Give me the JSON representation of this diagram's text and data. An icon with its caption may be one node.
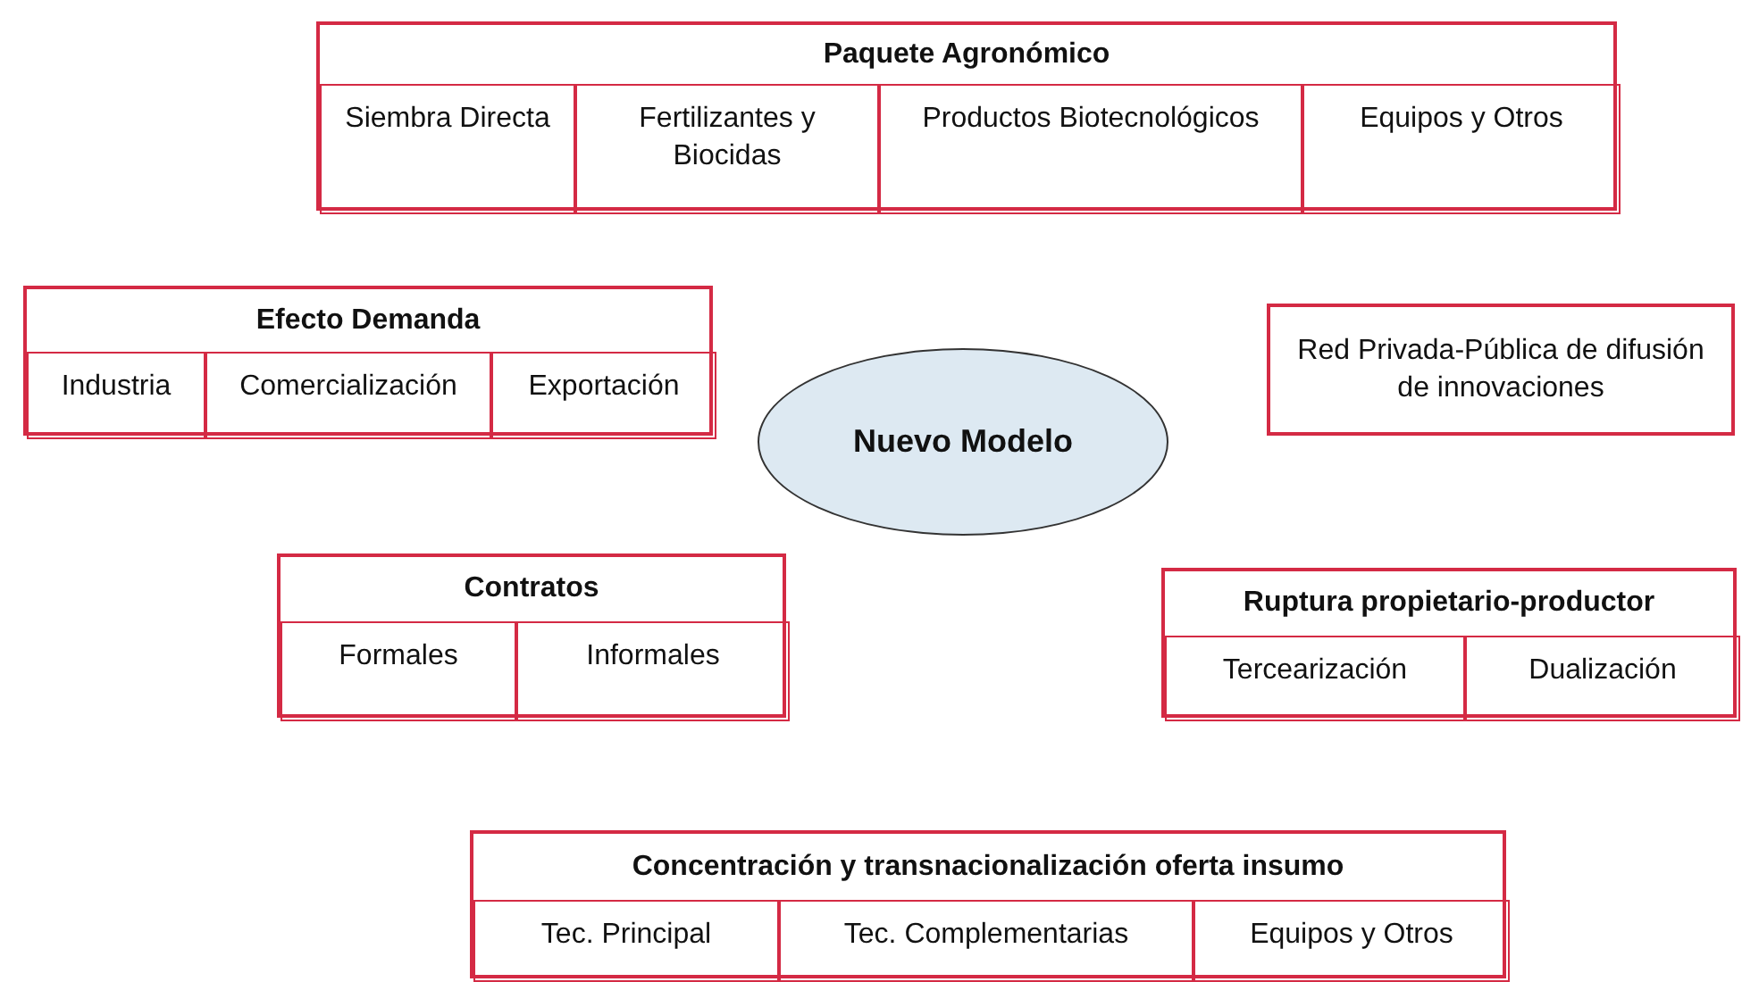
{
  "diagram": {
    "nodes": [
      {
        "text": [
          "Paquete Agronómico"
        ]
      },
      {
        "text": [
          "Siembra Directa"
        ],
        "in": 0
      },
      {
        "text": [
          "Fertilizantes y Biocidas"
        ],
        "in": 0
      },
      {
        "text": [
          "Productos Biotecnológicos"
        ],
        "in": 0
      },
      {
        "text": [
          "Equipos y Otros"
        ],
        "in": 0
      },
      {
        "text": [
          "Efecto Demanda"
        ]
      },
      {
        "text": [
          "Industria"
        ],
        "in": 5
      },
      {
        "text": [
          "Comercialización"
        ],
        "in": 5
      },
      {
        "text": [
          "Exportación"
        ],
        "in": 5
      },
      {
        "text": [
          "Red Privada-Pública de difusión de innovaciones"
        ]
      },
      {
        "text": [
          "Nuevo Modelo"
        ]
      },
      {
        "text": [
          "Contratos"
        ]
      },
      {
        "text": [
          "Formales"
        ],
        "in": 11
      },
      {
        "text": [
          "Informales"
        ],
        "in": 11
      },
      {
        "text": [
          "Ruptura propietario-productor"
        ]
      },
      {
        "text": [
          "Tercearización"
        ],
        "in": 14
      },
      {
        "text": [
          "Dualización"
        ],
        "in": 14
      },
      {
        "text": [
          "Concentración y transnacionalización oferta insumo"
        ]
      },
      {
        "text": [
          "Tec. Principal"
        ],
        "in": 17
      },
      {
        "text": [
          "Tec. Complementarias"
        ],
        "in": 17
      },
      {
        "text": [
          "Equipos y Otros"
        ],
        "in": 17
      }
    ]
  }
}
